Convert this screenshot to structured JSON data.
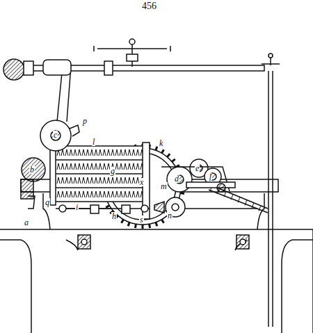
{
  "diagram": {
    "labels": [
      "456",
      "c",
      "p",
      "b",
      "l",
      "g",
      "k",
      "m",
      "d",
      "e",
      "f",
      "x",
      "n",
      "i",
      "h",
      "s",
      "q",
      "a"
    ]
  }
}
